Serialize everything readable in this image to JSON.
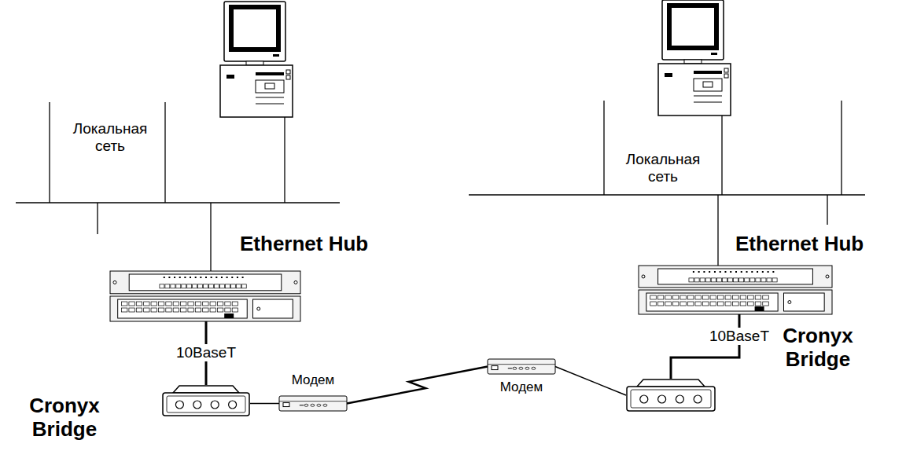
{
  "diagram": {
    "nodes": [
      {
        "text": [
          "Ethernet Hub"
        ]
      },
      {
        "text": [
          "Ethernet Hub"
        ]
      },
      {
        "text": [
          "Cronyx Bridge"
        ]
      },
      {
        "text": [
          "Модем"
        ]
      },
      {
        "text": [
          "Модем"
        ]
      },
      {
        "text": [
          "Cronyx Bridge"
        ]
      }
    ],
    "edges": [
      {
        "from": 0,
        "to": 2,
        "label": "10BaseT",
        "arrow": "none"
      },
      {
        "from": 2,
        "to": 3,
        "arrow": "none"
      },
      {
        "from": 3,
        "to": 4,
        "arrow": "none"
      },
      {
        "from": 4,
        "to": 5,
        "arrow": "none"
      },
      {
        "from": 1,
        "to": 5,
        "label": "10BaseT",
        "arrow": "none"
      }
    ],
    "labels": [
      "Локальная сеть",
      "Локальная сеть"
    ]
  }
}
